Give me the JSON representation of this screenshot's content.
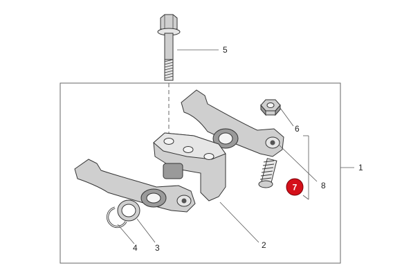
{
  "callouts": {
    "c1": "1",
    "c2": "2",
    "c3": "3",
    "c4": "4",
    "c5": "5",
    "c6": "6",
    "c7": "7",
    "c8": "8"
  },
  "highlight": {
    "part": "7",
    "color": "#d4101a"
  },
  "colors": {
    "line": "#333333",
    "metal": "#cfcfcf",
    "frame": "#666666"
  }
}
